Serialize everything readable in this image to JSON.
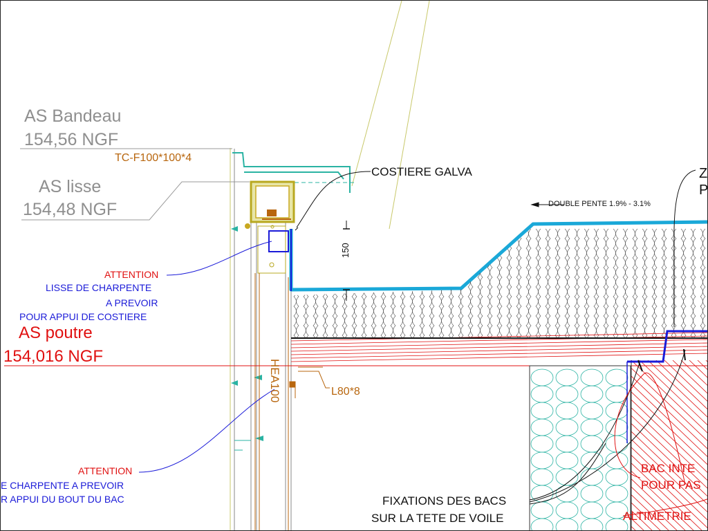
{
  "labels": {
    "as_bandeau": "AS Bandeau",
    "as_bandeau_level": "154,56 NGF",
    "as_lisse": "AS lisse",
    "as_lisse_level": "154,48 NGF",
    "tube_profile": "TC-F100*100*4",
    "costiere": "COSTIERE GALVA",
    "z_partial": "Z",
    "p_partial": "P",
    "slope": "DOUBLE PENTE 1.9% - 3.1%",
    "dim_150": "150",
    "attention_1": "ATTENTION",
    "lisse_line1": "LISSE DE CHARPENTE",
    "lisse_line2": "A PREVOIR",
    "lisse_line3": "POUR APPUI DE COSTIERE",
    "as_poutre": "AS poutre",
    "as_poutre_level": "154,016 NGF",
    "hea": "HEA100",
    "angle": "L80*8",
    "attention_2": "ATTENTION",
    "charpente_line1": "E CHARPENTE A PREVOIR",
    "charpente_line2": "R APPUI DU BOUT DU BAC",
    "fixations_line1": "FIXATIONS DES BACS",
    "fixations_line2": "SUR LA TETE DE VOILE",
    "bac_line1": "BAC  INTE",
    "bac_line2": "POUR PAS",
    "altimetrie": "ALTIMETRIE"
  },
  "colors": {
    "cyan": "#1aa8d8",
    "teal": "#2ab3a3",
    "red": "#e01010",
    "blue": "#1a1ad8",
    "brown": "#b8660e",
    "gray": "#8f8f8f",
    "olive": "#c8c86a"
  }
}
